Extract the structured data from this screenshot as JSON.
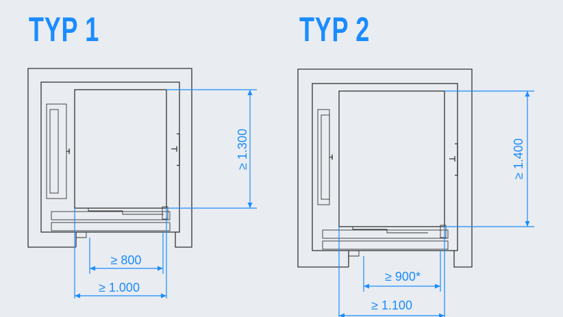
{
  "types": [
    {
      "title": "TYP 1",
      "depth_label": "≥ 1.300",
      "door_label": "≥ 800",
      "width_label": "≥ 1.000"
    },
    {
      "title": "TYP 2",
      "depth_label": "≥ 1.400",
      "door_label": "≥ 900*",
      "width_label": "≥ 1.100"
    }
  ],
  "colors": {
    "accent": "#1a8cff",
    "line": "#333333",
    "background": "#e9ecf0"
  }
}
